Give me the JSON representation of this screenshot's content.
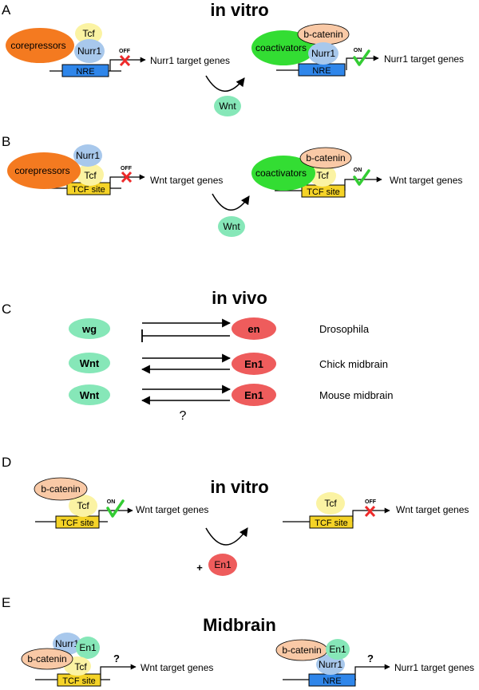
{
  "panels": {
    "A": {
      "letter": "A",
      "heading": "in vitro",
      "left": {
        "corepressors": "corepressors",
        "tcf": "Tcf",
        "nurr1": "Nurr1",
        "site": "NRE",
        "state": "OFF",
        "target": "Nurr1 target genes"
      },
      "signal": "Wnt",
      "right": {
        "coactivators": "coactivators",
        "bcatenin": "b-catenin",
        "nurr1": "Nurr1",
        "site": "NRE",
        "state": "ON",
        "target": "Nurr1 target genes"
      }
    },
    "B": {
      "letter": "B",
      "left": {
        "corepressors": "corepressors",
        "nurr1": "Nurr1",
        "tcf": "Tcf",
        "site": "TCF site",
        "state": "OFF",
        "target": "Wnt target genes"
      },
      "signal": "Wnt",
      "right": {
        "coactivators": "coactivators",
        "bcatenin": "b-catenin",
        "tcf": "Tcf",
        "site": "TCF site",
        "state": "ON",
        "target": "Wnt target genes"
      }
    },
    "C": {
      "letter": "C",
      "heading": "in vivo",
      "rows": [
        {
          "left": "wg",
          "right": "en",
          "organism": "Drosophila"
        },
        {
          "left": "Wnt",
          "right": "En1",
          "organism": "Chick midbrain"
        },
        {
          "left": "Wnt",
          "right": "En1",
          "organism": "Mouse midbrain"
        }
      ],
      "question": "?"
    },
    "D": {
      "letter": "D",
      "heading": "in vitro",
      "left": {
        "bcatenin": "b-catenin",
        "tcf": "Tcf",
        "site": "TCF site",
        "state": "ON",
        "target": "Wnt target genes"
      },
      "signal_plus": "+",
      "signal": "En1",
      "right": {
        "tcf": "Tcf",
        "site": "TCF site",
        "state": "OFF",
        "target": "Wnt target genes"
      }
    },
    "E": {
      "letter": "E",
      "heading": "Midbrain",
      "left": {
        "nurr1": "Nurr1",
        "en1": "En1",
        "bcatenin": "b-catenin",
        "tcf": "Tcf",
        "site": "TCF site",
        "question": "?",
        "target": "Wnt target genes"
      },
      "right": {
        "bcatenin": "b-catenin",
        "en1": "En1",
        "nurr1": "Nurr1",
        "site": "NRE",
        "question": "?",
        "target": "Nurr1 target genes"
      }
    }
  },
  "colors": {
    "corepressor": "#f47a20",
    "coactivator": "#33dd33",
    "tcf": "#fbf3a3",
    "nurr1": "#a8c8ec",
    "bcatenin": "#f9c9a6",
    "wnt": "#86e7b8",
    "en1": "#ee5c5c",
    "nre_box": "#2f86ea",
    "tcf_box": "#f5d327",
    "off_x": "#ee2a2a",
    "on_check": "#33cc33"
  }
}
